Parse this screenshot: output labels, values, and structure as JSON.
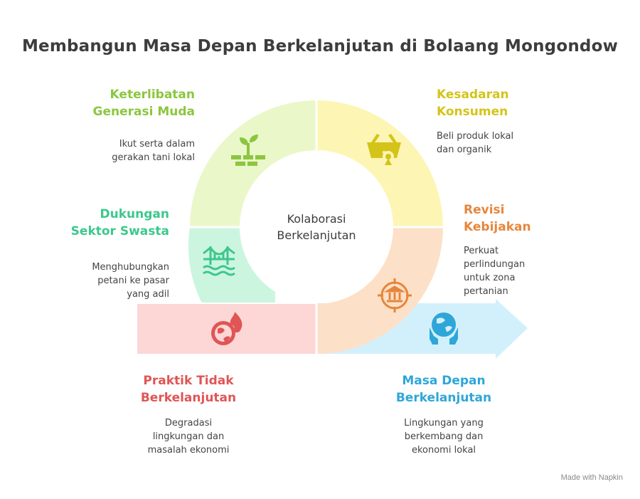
{
  "title": "Membangun Masa Depan Berkelanjutan di Bolaang Mongondow",
  "center": {
    "line1": "Kolaborasi",
    "line2": "Berkelanjutan"
  },
  "segments": {
    "youth": {
      "label_line1": "Keterlibatan",
      "label_line2": "Generasi Muda",
      "desc_line1": "Ikut serta dalam",
      "desc_line2": "gerakan tani lokal",
      "color": "#8cc63f",
      "fill": "#eaf7c8",
      "icon": "sprout-icon"
    },
    "consumer": {
      "label_line1": "Kesadaran",
      "label_line2": "Konsumen",
      "desc_line1": "Beli produk lokal",
      "desc_line2": "dan organik",
      "color": "#d4c41a",
      "fill": "#fdf5b4",
      "icon": "basket-icon"
    },
    "private": {
      "label_line1": "Dukungan",
      "label_line2": "Sektor Swasta",
      "desc_line1": "Menghubungkan",
      "desc_line2": "petani ke pasar",
      "desc_line3": "yang adil",
      "color": "#3cc88c",
      "fill": "#ccf5e0",
      "icon": "bridge-icon"
    },
    "policy": {
      "label_line1": "Revisi",
      "label_line2": "Kebijakan",
      "desc_line1": "Perkuat",
      "desc_line2": "perlindungan",
      "desc_line3": "untuk zona",
      "desc_line4": "pertanian",
      "color": "#e6863c",
      "fill": "#fde0c8",
      "icon": "government-target-icon"
    },
    "unsustainable": {
      "label_line1": "Praktik Tidak",
      "label_line2": "Berkelanjutan",
      "desc_line1": "Degradasi",
      "desc_line2": "lingkungan dan",
      "desc_line3": "masalah ekonomi",
      "color": "#e05555",
      "fill": "#fdd6d6",
      "icon": "burning-globe-icon"
    },
    "future": {
      "label_line1": "Masa Depan",
      "label_line2": "Berkelanjutan",
      "desc_line1": "Lingkungan yang",
      "desc_line2": "berkembang dan",
      "desc_line3": "ekonomi lokal",
      "color": "#2ea6d8",
      "fill": "#d2f0fb",
      "icon": "globe-hands-icon"
    }
  },
  "brand": "Made with Napkin"
}
